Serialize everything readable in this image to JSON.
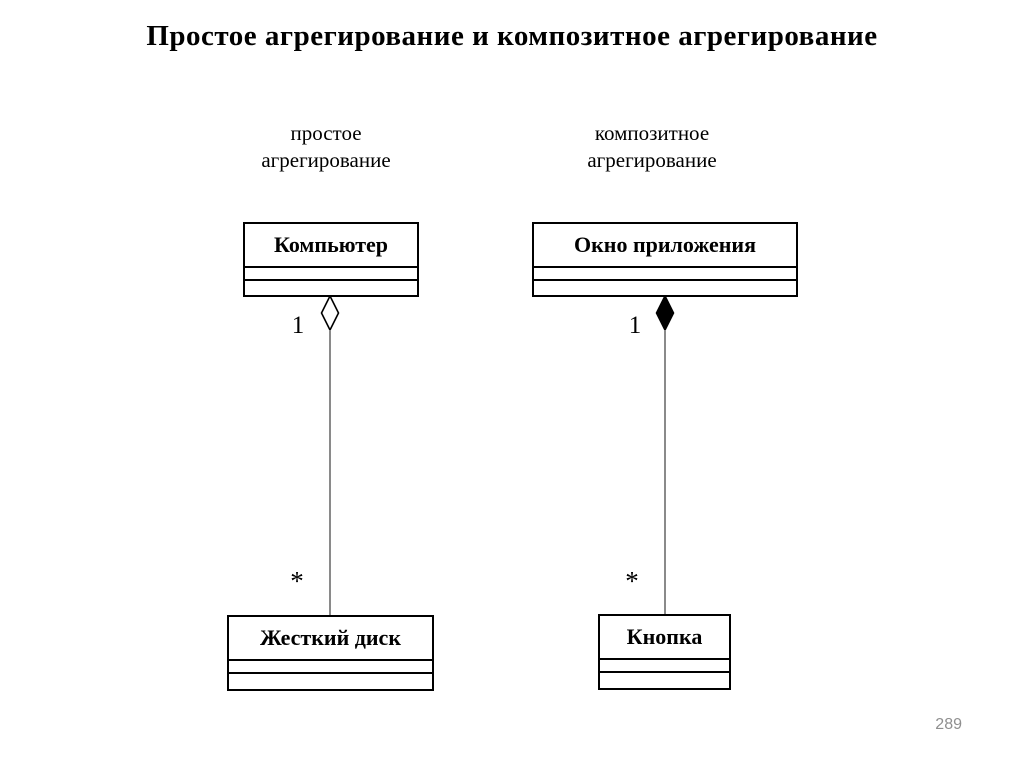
{
  "title": "Простое агрегирование и композитное агрегирование",
  "page_number": "289",
  "colors": {
    "border": "#000000",
    "text": "#000000",
    "connector_line": "#8a8a8a",
    "page_number": "#8f8f8f",
    "background": "#ffffff"
  },
  "diagrams": [
    {
      "id": "simple-aggregation",
      "label": "простое\nагрегирование",
      "whole_class": "Компьютер",
      "part_class": "Жесткий диск",
      "whole_multiplicity": "1",
      "part_multiplicity": "*",
      "diamond": "hollow"
    },
    {
      "id": "composite-aggregation",
      "label": "композитное\nагрегирование",
      "whole_class": "Окно приложения",
      "part_class": "Кнопка",
      "whole_multiplicity": "1",
      "part_multiplicity": "*",
      "diamond": "filled"
    }
  ]
}
